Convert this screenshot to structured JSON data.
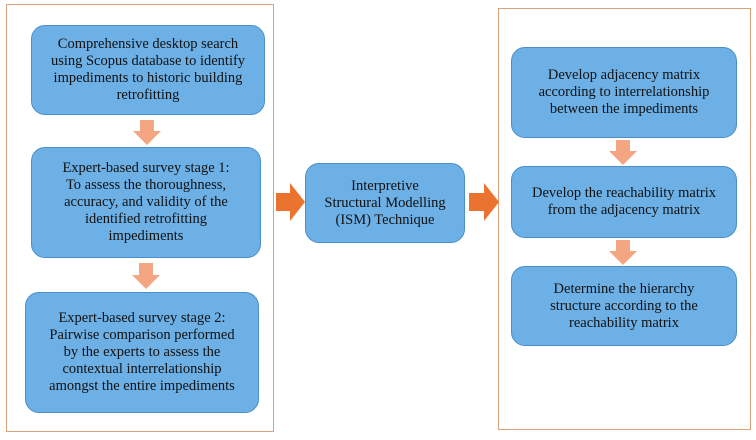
{
  "colors": {
    "box_fill": "#6cb0e6",
    "box_border": "#4a8fc9",
    "panel_border": "#d9a27a",
    "arrow_small": "#f4a582",
    "arrow_large": "#ea7330"
  },
  "left_column": {
    "box1": "Comprehensive desktop search\nusing Scopus database to identify\nimpediments to historic building\nretrofitting",
    "box2": "Expert-based survey stage 1:\nTo assess the thoroughness,\naccuracy, and validity of the\nidentified retrofitting\nimpediments",
    "box3": "Expert-based survey stage 2:\nPairwise comparison performed\nby the experts to assess the\ncontextual interrelationship\namongst the entire impediments"
  },
  "center": {
    "box": "Interpretive\nStructural Modelling\n(ISM) Technique"
  },
  "right_column": {
    "box1": "Develop adjacency matrix\naccording to interrelationship\nbetween the impediments",
    "box2": "Develop the reachability matrix\nfrom the adjacency matrix",
    "box3": "Determine the hierarchy\nstructure according to the\nreachability matrix"
  }
}
